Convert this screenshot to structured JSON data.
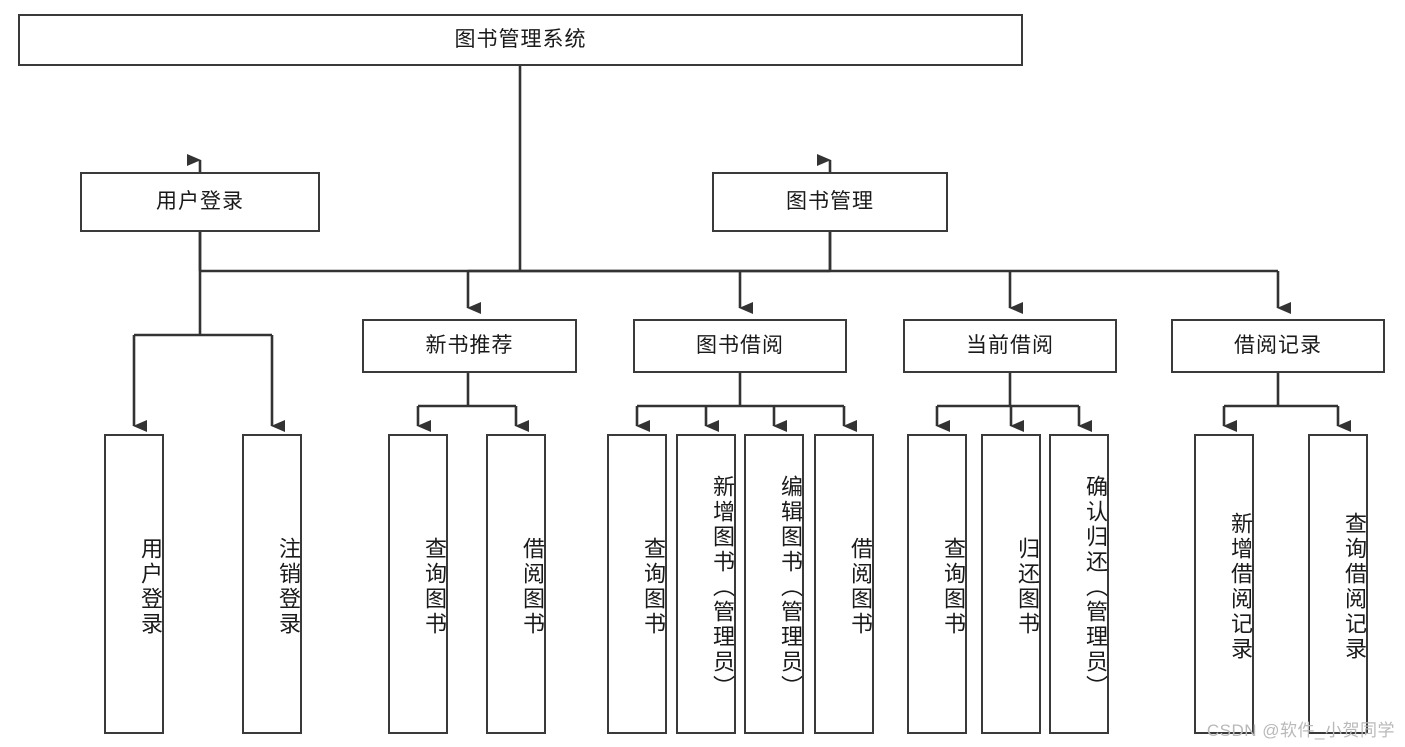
{
  "diagram": {
    "type": "tree",
    "title": "图书管理系统",
    "watermark": "CSDN @软件_小贺同学",
    "colors": {
      "box_border": "#3a3a3a",
      "box_fill": "#ffffff",
      "connector": "#333333",
      "text": "#1a1a1a",
      "watermark": "#b9b9b9"
    },
    "root": {
      "label": "图书管理系统"
    },
    "level2": [
      {
        "key": "user-login",
        "label": "用户登录"
      },
      {
        "key": "book-manage",
        "label": "图书管理"
      }
    ],
    "level3": [
      {
        "key": "new-book-recommend",
        "label": "新书推荐"
      },
      {
        "key": "book-borrow",
        "label": "图书借阅"
      },
      {
        "key": "current-borrow",
        "label": "当前借阅"
      },
      {
        "key": "borrow-record",
        "label": "借阅记录"
      }
    ],
    "leaves": [
      {
        "key": "leaf-user-login",
        "label": "用户登录",
        "parent": "user-login"
      },
      {
        "key": "leaf-logout-login",
        "label": "注销登录",
        "parent": "user-login"
      },
      {
        "key": "leaf-query-book-1",
        "label": "查询图书",
        "parent": "new-book-recommend"
      },
      {
        "key": "leaf-borrow-book-1",
        "label": "借阅图书",
        "parent": "new-book-recommend"
      },
      {
        "key": "leaf-query-book-2",
        "label": "查询图书",
        "parent": "book-borrow"
      },
      {
        "key": "leaf-add-book-admin",
        "label": "新增图书（管理员）",
        "parent": "book-borrow"
      },
      {
        "key": "leaf-edit-book-admin",
        "label": "编辑图书（管理员）",
        "parent": "book-borrow"
      },
      {
        "key": "leaf-borrow-book-2",
        "label": "借阅图书",
        "parent": "book-borrow"
      },
      {
        "key": "leaf-query-book-3",
        "label": "查询图书",
        "parent": "current-borrow"
      },
      {
        "key": "leaf-return-book",
        "label": "归还图书",
        "parent": "current-borrow"
      },
      {
        "key": "leaf-confirm-return-admin",
        "label": "确认归还（管理员）",
        "parent": "current-borrow"
      },
      {
        "key": "leaf-add-borrow-record",
        "label": "新增借阅记录",
        "parent": "borrow-record"
      },
      {
        "key": "leaf-query-borrow-record",
        "label": "查询借阅记录",
        "parent": "borrow-record"
      }
    ]
  }
}
